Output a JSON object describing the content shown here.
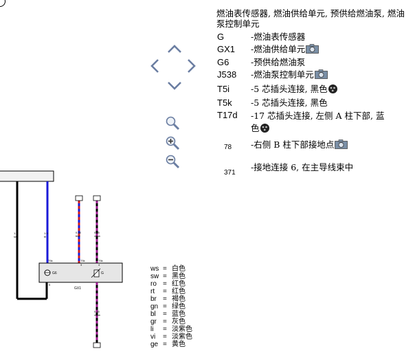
{
  "legend": {
    "title": "燃油表传感器, 燃油供给单元, 预供给燃油泵, 燃油泵控制单元",
    "items": [
      {
        "code": "G",
        "desc": "-燃油表传感器",
        "icon": ""
      },
      {
        "code": "GX1",
        "desc": "-燃油供给单元",
        "icon": "camera-icon"
      },
      {
        "code": "G6",
        "desc": "-预供给燃油泵",
        "icon": ""
      },
      {
        "code": "J538",
        "desc": "-燃油泵控制单元",
        "icon": "camera-icon"
      },
      {
        "code": "T5i",
        "desc": "-5 芯插头连接, 黑色",
        "icon": "connector-icon"
      },
      {
        "code": "T5k",
        "desc": "-5 芯插头连接, 黑色",
        "icon": ""
      },
      {
        "code": "T17d",
        "desc": "-17 芯插头连接, 左侧 A 柱下部, 蓝色",
        "icon": "connector-icon"
      },
      {
        "code": "78",
        "desc": "-右侧 B 柱下部接地点",
        "icon": "camera-icon"
      },
      {
        "code": "371",
        "desc": "-接地连接 6, 在主导线束中",
        "icon": ""
      }
    ]
  },
  "nav": {
    "up": "arrow-up-icon",
    "down": "arrow-down-icon",
    "left": "arrow-left-icon",
    "right": "arrow-right-icon",
    "zoom_fit": "zoom-fit-icon",
    "zoom_in": "zoom-in-icon",
    "zoom_out": "zoom-out-icon"
  },
  "colors": [
    {
      "code": "ws",
      "name": "白色"
    },
    {
      "code": "sw",
      "name": "黑色"
    },
    {
      "code": "ro",
      "name": "红色"
    },
    {
      "code": "rt",
      "name": "红色"
    },
    {
      "code": "br",
      "name": "褐色"
    },
    {
      "code": "gn",
      "name": "绿色"
    },
    {
      "code": "bl",
      "name": "蓝色"
    },
    {
      "code": "gr",
      "name": "灰色"
    },
    {
      "code": "li",
      "name": "淡紫色"
    },
    {
      "code": "vi",
      "name": "淡紫色"
    },
    {
      "code": "ge",
      "name": "黄色"
    }
  ],
  "diagram": {
    "unit_label": "GX1",
    "g_label": "G",
    "g6_label": "G6",
    "t5_left": "T5k",
    "t5_mid": "T5k",
    "t5_right": "T5k",
    "pin_left": "5",
    "pin_mid": "3",
    "pin_right": "4",
    "wire_black_size": "1.0",
    "wire_black_color": "sw",
    "wire_blue_size": "1.0",
    "wire_blue_color": "bl",
    "wire_mid_size": "0.35",
    "wire_mid_color": "bl/rt",
    "wire_right_size": "0.35",
    "wire_right_color": "vi/sw",
    "wire_low_size": "0.35",
    "wire_low_color": "vi/sw",
    "wire_color_black": "#000000",
    "wire_color_blue": "#1a1ad8",
    "wire_color_red": "#d01818",
    "wire_color_violet": "#9b1a8f"
  }
}
